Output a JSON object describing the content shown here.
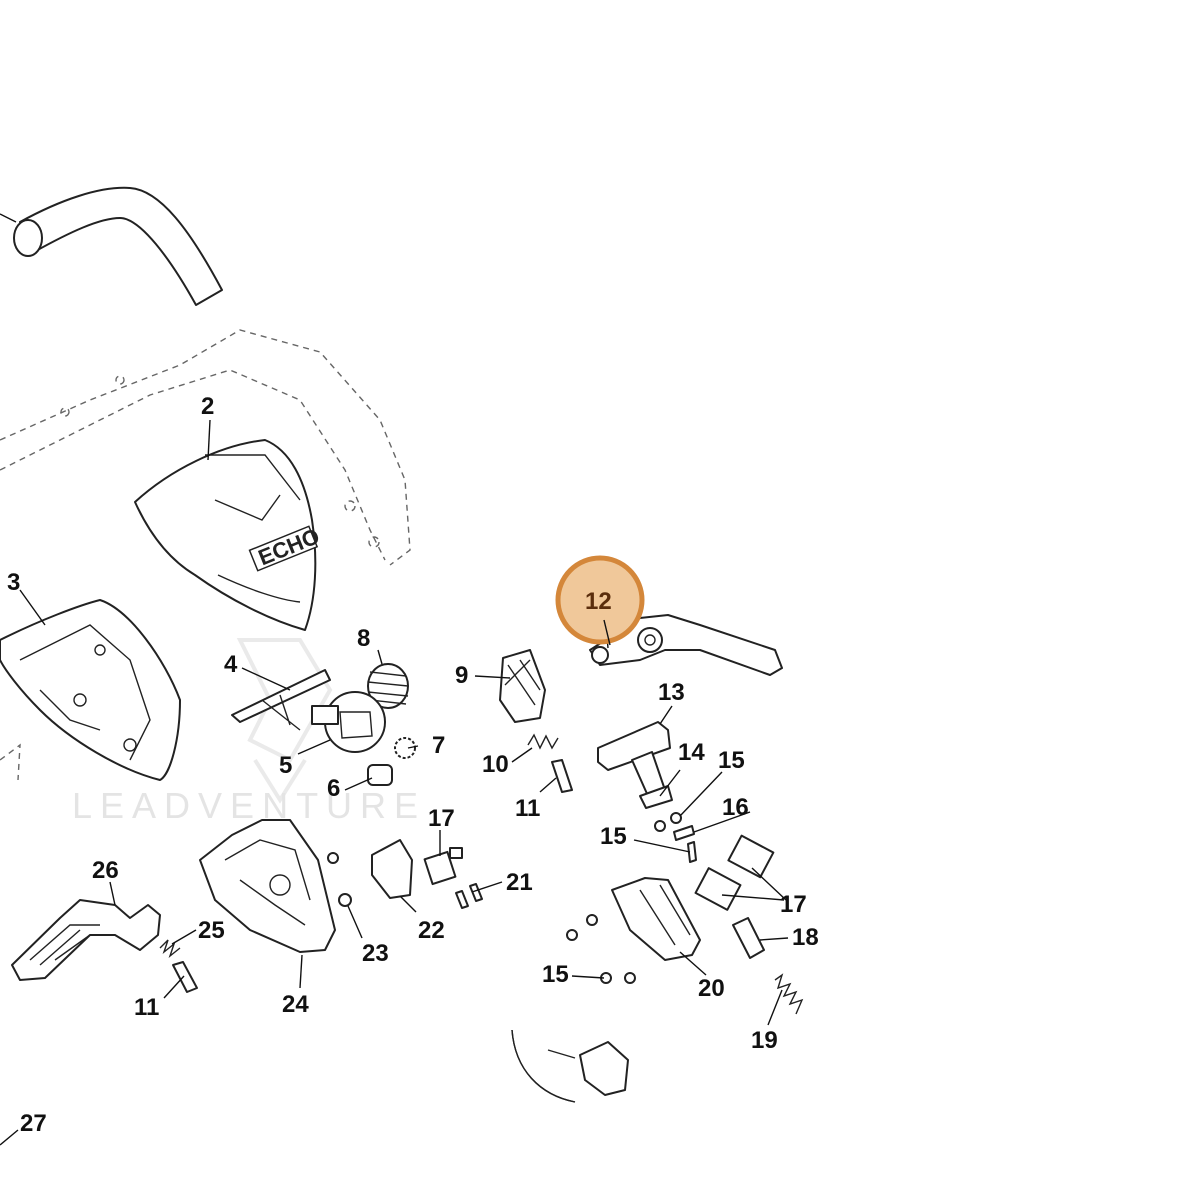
{
  "diagram": {
    "watermark": "LEADVENTURE",
    "brand_logo": "ECHO",
    "highlight_color": "#d4873a",
    "highlight_fill": "#f0c89a",
    "highlighted_part": "12",
    "callouts": {
      "c2": "2",
      "c3": "3",
      "c4": "4",
      "c5": "5",
      "c6": "6",
      "c7": "7",
      "c8": "8",
      "c9": "9",
      "c10": "10",
      "c11a": "11",
      "c11b": "11",
      "c12": "12",
      "c13": "13",
      "c14": "14",
      "c15a": "15",
      "c15b": "15",
      "c15c": "15",
      "c16": "16",
      "c17a": "17",
      "c17b": "17",
      "c18": "18",
      "c19": "19",
      "c20": "20",
      "c21": "21",
      "c22": "22",
      "c23": "23",
      "c24": "24",
      "c25": "25",
      "c26": "26",
      "c27": "27"
    }
  }
}
